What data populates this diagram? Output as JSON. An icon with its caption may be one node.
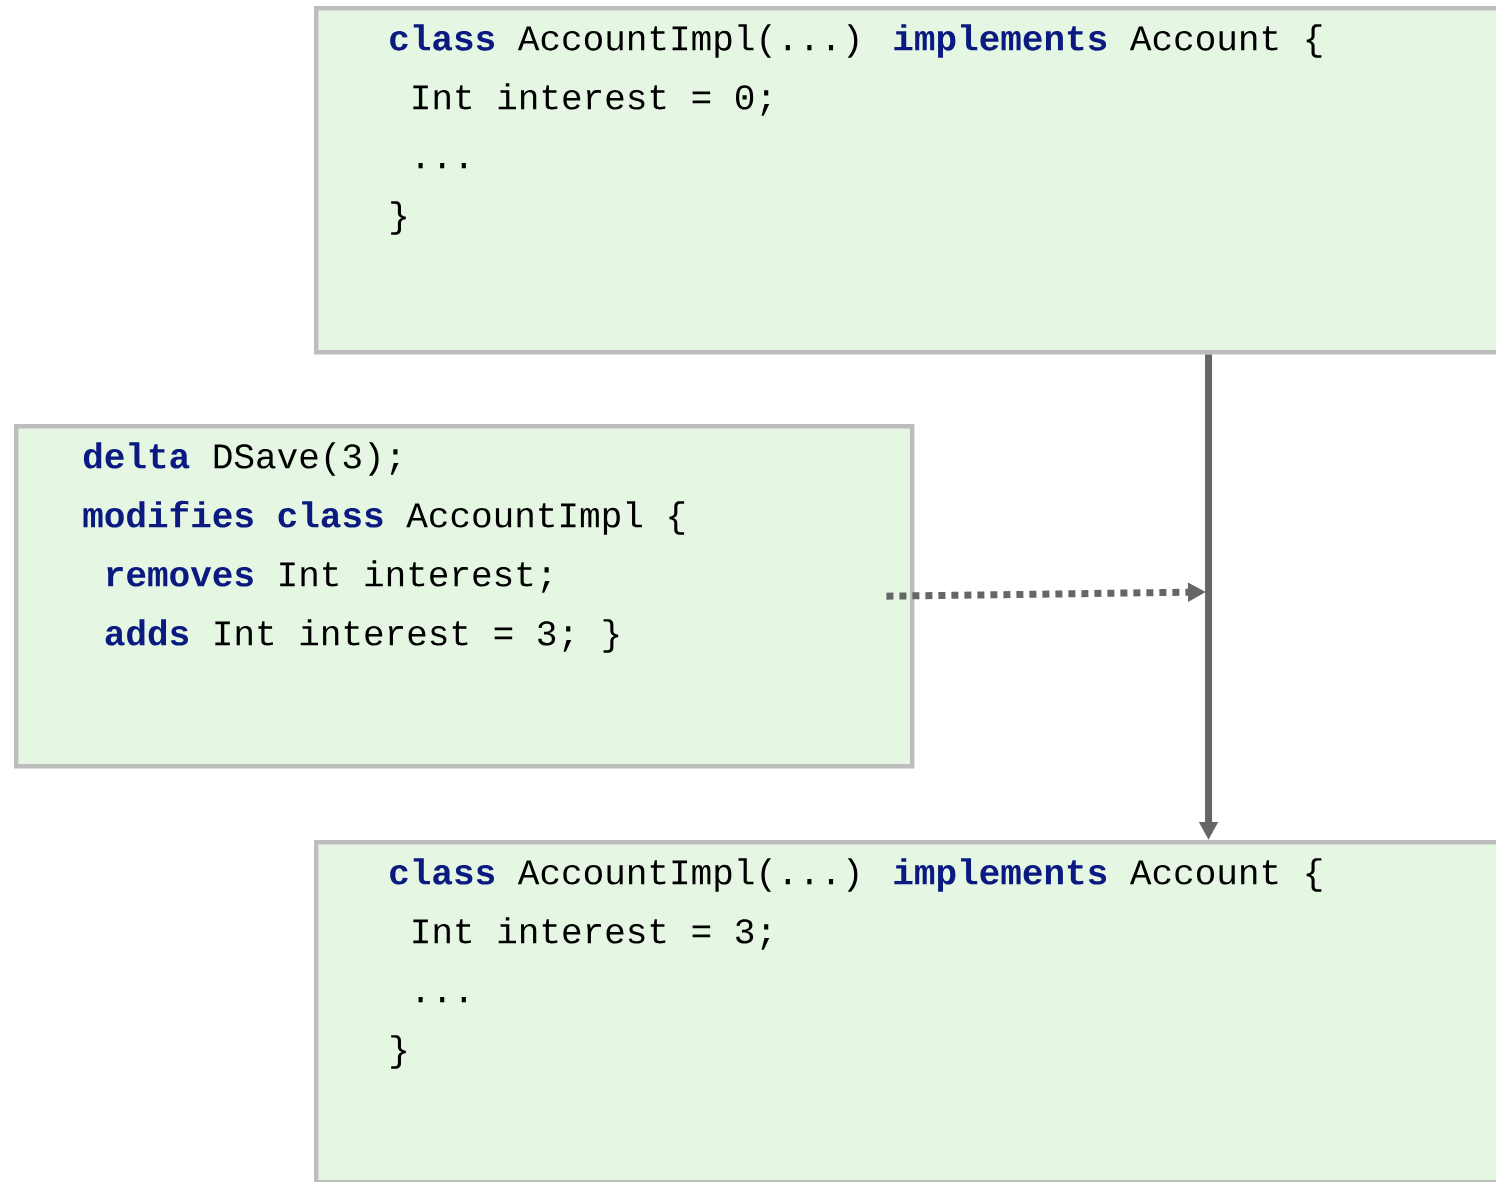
{
  "diagram": {
    "nodes": [
      {
        "text": [
          "**class** AccountImpl(...) **implements** Account {",
          "Int interest = 0;",
          "...",
          "}"
        ]
      },
      {
        "text": [
          "**delta** DSave(3);",
          "**modifies** **class** AccountImpl {",
          "**removes** Int interest;",
          "**adds** Int interest = 3; }"
        ]
      },
      {
        "text": [
          "**class** AccountImpl(...) **implements** Account {",
          "Int interest = 3;",
          "...",
          "}"
        ]
      }
    ],
    "edges": [
      {
        "from": 0,
        "to": 2,
        "arrow": "to"
      },
      {
        "from": 1,
        "to": null,
        "arrow": "to",
        "style": "dashed"
      }
    ]
  }
}
